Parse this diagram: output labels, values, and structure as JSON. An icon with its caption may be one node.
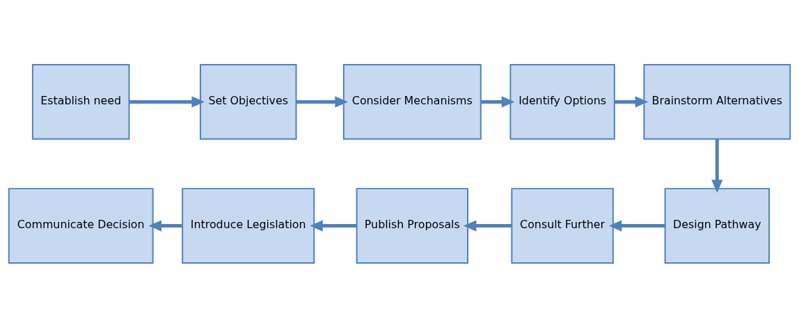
{
  "diagram": {
    "nodes": [
      {
        "text": [
          "Establish need"
        ]
      },
      {
        "text": [
          "Set Objectives"
        ]
      },
      {
        "text": [
          "Consider Mechanisms"
        ]
      },
      {
        "text": [
          "Identify Options"
        ]
      },
      {
        "text": [
          "Brainstorm Alternatives"
        ]
      },
      {
        "text": [
          "Design Pathway"
        ]
      },
      {
        "text": [
          "Consult Further"
        ]
      },
      {
        "text": [
          "Publish Proposals"
        ]
      },
      {
        "text": [
          "Introduce Legislation"
        ]
      },
      {
        "text": [
          "Communicate Decision"
        ]
      }
    ],
    "edges": [
      {
        "from": 0,
        "to": 1,
        "arrow": "to"
      },
      {
        "from": 1,
        "to": 2,
        "arrow": "to"
      },
      {
        "from": 2,
        "to": 3,
        "arrow": "to"
      },
      {
        "from": 3,
        "to": 4,
        "arrow": "to"
      },
      {
        "from": 4,
        "to": 5,
        "arrow": "to"
      },
      {
        "from": 5,
        "to": 6,
        "arrow": "to"
      },
      {
        "from": 6,
        "to": 7,
        "arrow": "to"
      },
      {
        "from": 7,
        "to": 8,
        "arrow": "to"
      },
      {
        "from": 8,
        "to": 9,
        "arrow": "to"
      }
    ]
  }
}
